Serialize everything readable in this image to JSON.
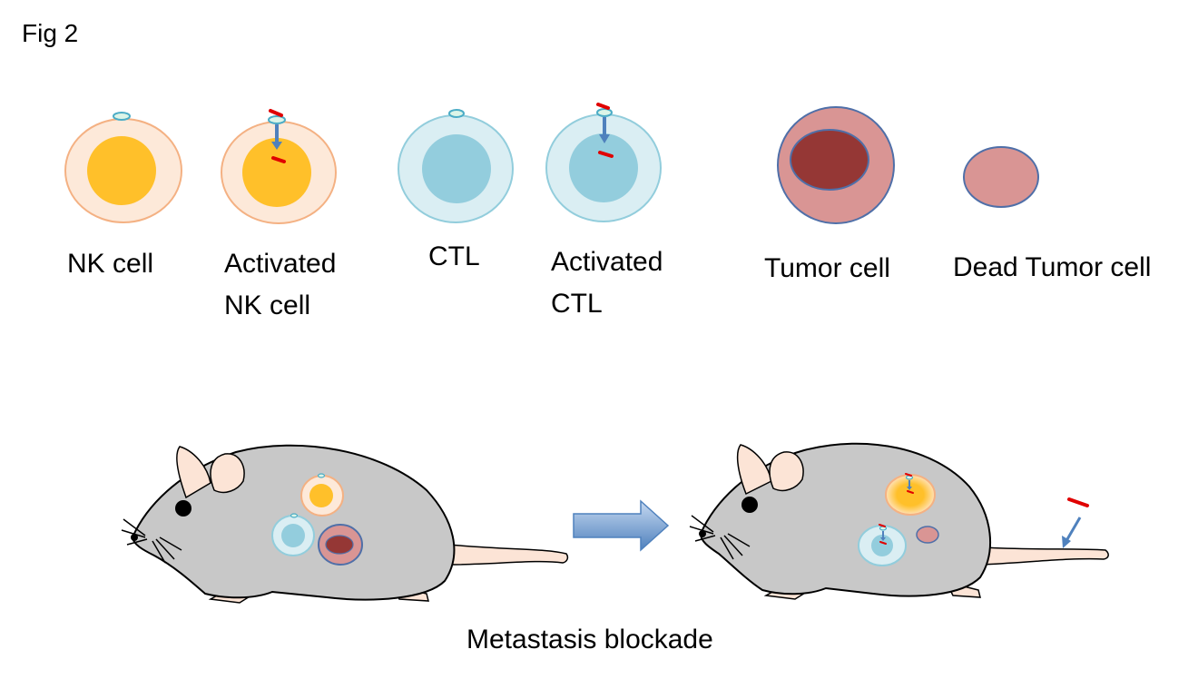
{
  "figure_label": "Fig 2",
  "legend": {
    "nk_cell": "NK cell",
    "activated_nk_line1": "Activated",
    "activated_nk_line2": "NK cell",
    "ctl": "CTL",
    "activated_ctl_line1": "Activated",
    "activated_ctl_line2": "CTL",
    "tumor_cell": "Tumor cell",
    "dead_tumor_cell": "Dead Tumor cell"
  },
  "caption": "Metastasis blockade",
  "colors": {
    "nk_outer_fill": "#fde9d9",
    "nk_outer_stroke": "#f4b183",
    "nk_nucleus": "#ffc02a",
    "ctl_outer_fill": "#daeef3",
    "ctl_outer_stroke": "#92cddc",
    "ctl_nucleus": "#93cddd",
    "tumor_outer": "#d99594",
    "tumor_nucleus": "#953735",
    "tumor_stroke": "#4f6fa8",
    "receptor_fill": "#dcf5e8",
    "receptor_stroke": "#4bacc6",
    "ligand": "#e00000",
    "signal_arrow": "#4f81bd",
    "mouse_body": "#c8c8c8",
    "mouse_skin": "#fce4d6"
  },
  "icons": [
    "nk-cell-icon",
    "activated-nk-cell-icon",
    "ctl-icon",
    "activated-ctl-icon",
    "tumor-cell-icon",
    "dead-tumor-cell-icon",
    "mouse-icon",
    "transition-arrow-icon"
  ]
}
